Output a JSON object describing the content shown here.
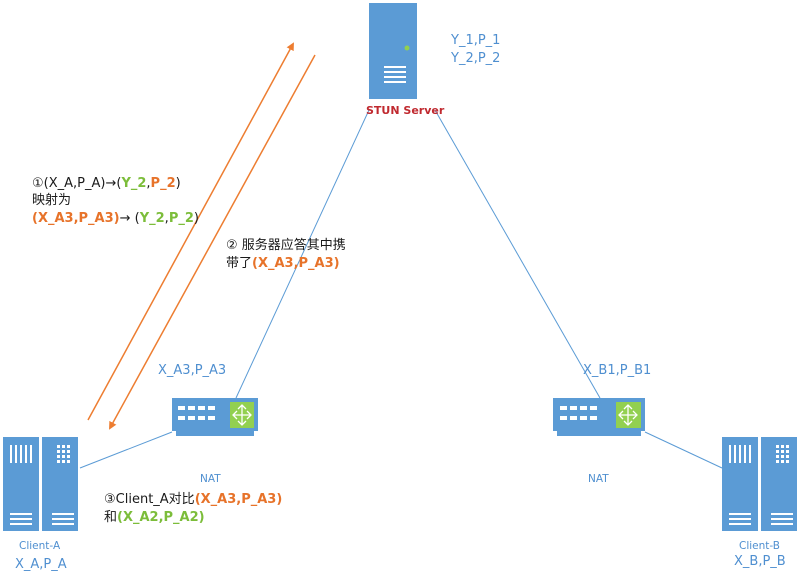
{
  "server": {
    "name": "STUN Server",
    "addr1": "Y_1,P_1",
    "addr2": "Y_2,P_2"
  },
  "nat_a": {
    "label": "NAT",
    "addr": "X_A3,P_A3"
  },
  "nat_b": {
    "label": "NAT",
    "addr": "X_B1,P_B1"
  },
  "client_a": {
    "name": "Client-A",
    "addr": "X_A,P_A"
  },
  "client_b": {
    "name": "Client-B",
    "addr": "X_B,P_B"
  },
  "step1": {
    "line1_prefix": "①(X_A,P_A)→(",
    "line1_y": "Y_2",
    "line1_sep": ",",
    "line1_p": "P_2",
    "line1_close": ")",
    "line2": "映射为",
    "line3_mapped": "(X_A3,P_A3)",
    "line3_arrow": "→ (",
    "line3_y": "Y_2",
    "line3_sep": ",",
    "line3_p": "P_2",
    "line3_close": ")"
  },
  "step2": {
    "line1": "② 服务器应答其中携",
    "line2_prefix": "带了",
    "line2_mapped": "(X_A3,P_A3)"
  },
  "step3": {
    "line1_prefix": "③Client_A对比",
    "line1_mapped": "(X_A3,P_A3)",
    "line2_prefix": "和",
    "line2_local": "(X_A2,P_A2)"
  },
  "colors": {
    "device_blue": "#5b9bd5",
    "line_blue": "#5b9bd5",
    "arrow_orange": "#ed7d31",
    "switch_green": "#92d050",
    "stun_red": "#c00000"
  }
}
